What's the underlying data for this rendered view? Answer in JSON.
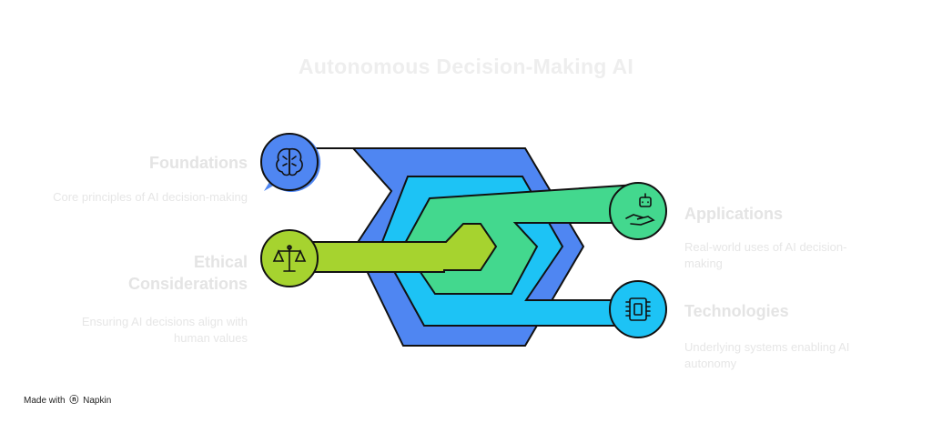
{
  "title": "Autonomous Decision-Making AI",
  "items": [
    {
      "title": "Foundations",
      "description": "Core principles of AI decision-making",
      "icon": "brain-icon",
      "color": "#4F86F2"
    },
    {
      "title": "Ethical Considerations",
      "description": "Ensuring AI decisions align with human values",
      "icon": "scales-icon",
      "color": "#A6D32F"
    },
    {
      "title": "Applications",
      "description": "Real-world uses of AI decision-making",
      "icon": "robot-hand-icon",
      "color": "#43D88E"
    },
    {
      "title": "Technologies",
      "description": "Underlying systems enabling AI autonomy",
      "icon": "chip-icon",
      "color": "#1DC3F5"
    }
  ],
  "watermark": {
    "prefix": "Made with",
    "brand": "Napkin"
  }
}
